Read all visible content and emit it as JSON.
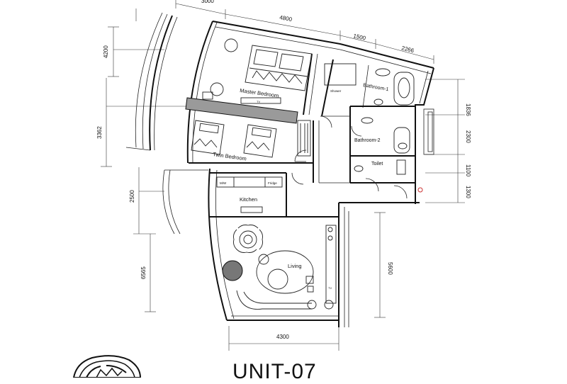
{
  "unit_title": "UNIT-07",
  "rooms": {
    "master_bedroom": "Master Bedroom",
    "twin_bedroom": "Twin Bedroom",
    "kitchen": "Kitchen",
    "living": "Living",
    "bathroom1": "Bathroom-1",
    "bathroom2": "Bathroom-2",
    "toilet": "Toilet",
    "shower": "Shower"
  },
  "appliances": {
    "mw": "M/W",
    "fridge": "Fridge",
    "tv_master": "TV",
    "tv_living": "TV"
  },
  "dimensions": {
    "top_partial": "3000",
    "top_4800": "4800",
    "top_1500": "1500",
    "top_2266": "2266",
    "left_4200": "4200",
    "left_3362": "3362",
    "left_2500": "2500",
    "left_6565": "6565",
    "right_1836": "1836",
    "right_2300": "2300",
    "right_1100": "1100",
    "right_1300": "1300",
    "right_5600": "5600",
    "bottom_4300": "4300"
  },
  "colors": {
    "line": "#111111",
    "partition": "#9a9a9a",
    "background": "#ffffff"
  }
}
